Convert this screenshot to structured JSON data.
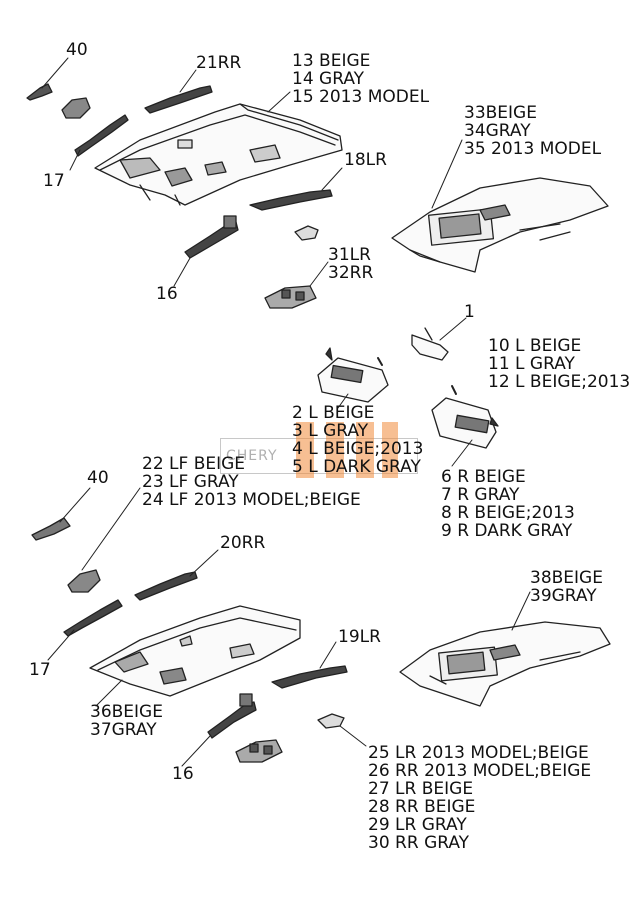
{
  "watermark": {
    "text": "CHERY",
    "color": "#f08a3a"
  },
  "callouts": {
    "n40_top": "40",
    "n21": "21RR",
    "g13": [
      "13 BEIGE",
      "14 GRAY",
      "15 2013 MODEL"
    ],
    "n17_top": "17",
    "n18": "18LR",
    "g33": [
      "33BEIGE",
      "34GRAY",
      "35 2013 MODEL"
    ],
    "n16_top": "16",
    "g31": [
      "31LR",
      "32RR"
    ],
    "n1": "1",
    "g10": [
      "10 L BEIGE",
      "11 L GRAY",
      "12 L BEIGE;2013"
    ],
    "g2": [
      "2 L BEIGE",
      "3 L GRAY",
      "4 L BEIGE;2013",
      "5 L DARK GRAY"
    ],
    "g6": [
      "6 R BEIGE",
      "7 R GRAY",
      "8 R BEIGE;2013",
      "9 R DARK GRAY"
    ],
    "g22": [
      "22 LF BEIGE",
      "23 LF GRAY",
      "24 LF 2013 MODEL;BEIGE"
    ],
    "n40_bot": "40",
    "n20": "20RR",
    "g38": [
      "38BEIGE",
      "39GRAY"
    ],
    "n19": "19LR",
    "n17_bot": "17",
    "g36": [
      "36BEIGE",
      "37GRAY"
    ],
    "n16_bot": "16",
    "g25": [
      "25 LR 2013 MODEL;BEIGE",
      "26 RR 2013 MODEL;BEIGE",
      "27 LR BEIGE",
      "28 RR BEIGE",
      "29 LR GRAY",
      "30 RR GRAY"
    ]
  }
}
